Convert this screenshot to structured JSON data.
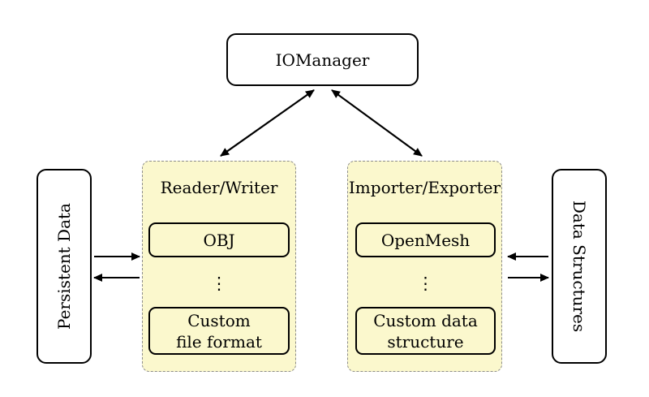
{
  "diagram": {
    "manager_node": {
      "label": "IOManager"
    },
    "left_side_node": {
      "label": "Persistent Data"
    },
    "right_side_node": {
      "label": "Data Structures"
    },
    "reader_writer_panel": {
      "title": "Reader/Writer",
      "items": [
        {
          "label": "OBJ"
        },
        {
          "label": "⋮"
        },
        {
          "label": "Custom\nfile format"
        }
      ]
    },
    "importer_exporter_panel": {
      "title": "Importer/Exporter",
      "items": [
        {
          "label": "OpenMesh"
        },
        {
          "label": "⋮"
        },
        {
          "label": "Custom data\nstructure"
        }
      ]
    },
    "arrows": [
      {
        "from": "IOManager",
        "to": "Reader/Writer",
        "bidirectional": true
      },
      {
        "from": "IOManager",
        "to": "Importer/Exporter",
        "bidirectional": true
      },
      {
        "from": "Persistent Data",
        "to": "Reader/Writer",
        "bidirectional": false
      },
      {
        "from": "Reader/Writer",
        "to": "Persistent Data",
        "bidirectional": false
      },
      {
        "from": "Data Structures",
        "to": "Importer/Exporter",
        "bidirectional": false
      },
      {
        "from": "Importer/Exporter",
        "to": "Data Structures",
        "bidirectional": false
      }
    ],
    "colors": {
      "background": "#FFFFFF",
      "panel_fill": "#FBF8CD",
      "panel_border": "#8C8C8C",
      "node_fill": "#FFFFFF",
      "node_border": "#000000",
      "arrow": "#000000"
    }
  }
}
